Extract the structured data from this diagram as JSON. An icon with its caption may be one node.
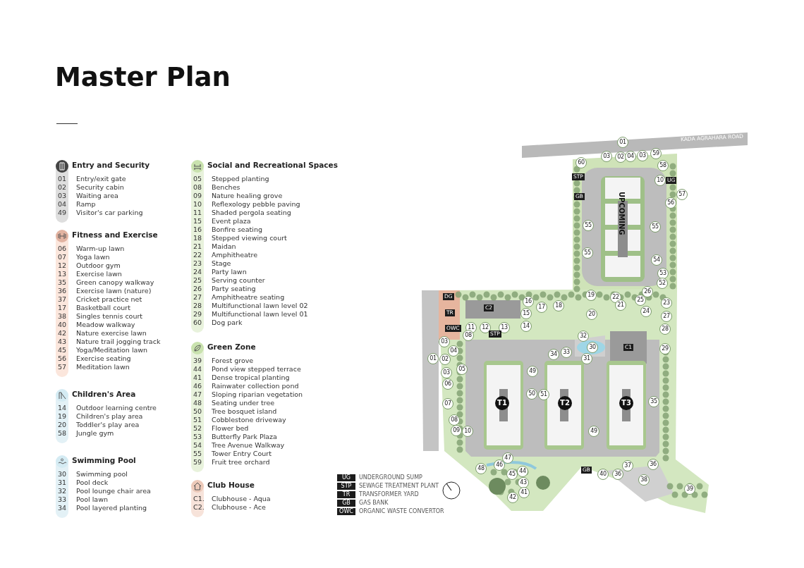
{
  "diagram": {
    "title": "Master Plan",
    "labels": [
      "Entry and Security",
      "01",
      "Entry/exit gate",
      "02",
      "Security cabin",
      "03",
      "Waiting area",
      "04",
      "Ramp",
      "49",
      "Visitor's car parking",
      "Fitness and Exercise",
      "06",
      "Warm-up lawn",
      "07",
      "Yoga lawn",
      "12",
      "Outdoor gym",
      "13",
      "Exercise lawn",
      "35",
      "Green canopy walkway",
      "36",
      "Exercise lawn (nature)",
      "37",
      "Cricket practice net",
      "17",
      "Basketball court",
      "38",
      "Singles tennis court",
      "40",
      "Meadow walkway",
      "42",
      "Nature exercise lawn",
      "43",
      "Nature trail jogging track",
      "45",
      "Yoga/Meditation lawn",
      "56",
      "Exercise seating",
      "57",
      "Meditation lawn",
      "Children's Area",
      "14",
      "Outdoor learning centre",
      "19",
      "Children's play area",
      "20",
      "Toddler's play area",
      "58",
      "Jungle gym",
      "Swimming Pool",
      "30",
      "Swimming pool",
      "31",
      "Pool deck",
      "32",
      "Pool lounge chair area",
      "33",
      "Pool lawn",
      "34",
      "Pool layered planting",
      "Social and Recreational Spaces",
      "05",
      "Stepped planting",
      "08",
      "Benches",
      "09",
      "Nature healing grove",
      "10",
      "Reflexology pebble paving",
      "11",
      "Shaded pergola seating",
      "15",
      "Event plaza",
      "16",
      "Bonfire seating",
      "18",
      "Stepped viewing court",
      "21",
      "Maidan",
      "22",
      "Amphitheatre",
      "23",
      "Stage",
      "24",
      "Party lawn",
      "25",
      "Serving counter",
      "26",
      "Party seating",
      "27",
      "Amphitheatre seating",
      "28",
      "Multifunctional lawn level 02",
      "29",
      "Multifunctional lawn level 01",
      "60",
      "Dog park",
      "Green Zone",
      "39",
      "Forest grove",
      "44",
      "Pond view stepped terrace",
      "41",
      "Dense tropical planting",
      "46",
      "Rainwater collection pond",
      "47",
      "Sloping riparian vegetation",
      "48",
      "Seating under tree",
      "50",
      "Tree bosquet island",
      "51",
      "Cobblestone driveway",
      "52",
      "Flower bed",
      "53",
      "Butterfly Park Plaza",
      "54",
      "Tree Avenue Walkway",
      "55",
      "Tower Entry Court",
      "59",
      "Fruit tree orchard",
      "Club House",
      "C1.",
      "Clubhouse  - Aqua",
      "C2.",
      "Clubhouse  - Ace",
      "UG",
      "UNDERGROUND SUMP",
      "STP",
      "SEWAGE TREATMENT PLANT",
      "TR",
      "TRANSFORMER YARD",
      "GB",
      "GAS BANK",
      "OWC",
      "ORGANIC WASTE CONVERTOR",
      "01",
      "KADA AGRAHARA ROAD",
      "03",
      "02",
      "04",
      "03",
      "59",
      "60",
      "58",
      "STP",
      "10",
      "UG",
      "GB",
      "56",
      "57",
      "55",
      "UPCOMING",
      "55",
      "55",
      "54",
      "53",
      "52",
      "DG",
      "19",
      "22",
      "26",
      "C2",
      "16",
      "17",
      "18",
      "21",
      "25",
      "23",
      "TR",
      "15",
      "20",
      "24",
      "27",
      "OWC",
      "11",
      "12",
      "13",
      "14",
      "28",
      "08",
      "STP",
      "32",
      "03",
      "30",
      "C1",
      "29",
      "01",
      "02",
      "04",
      "34",
      "33",
      "31",
      "03",
      "05",
      "49",
      "06",
      "07",
      "T1",
      "50",
      "51",
      "T2",
      "T3",
      "35",
      "08",
      "09",
      "10",
      "49",
      "47",
      "48",
      "46",
      "45",
      "44",
      "GB",
      "40",
      "36",
      "37",
      "36",
      "43",
      "38",
      "42",
      "41",
      "39"
    ]
  }
}
